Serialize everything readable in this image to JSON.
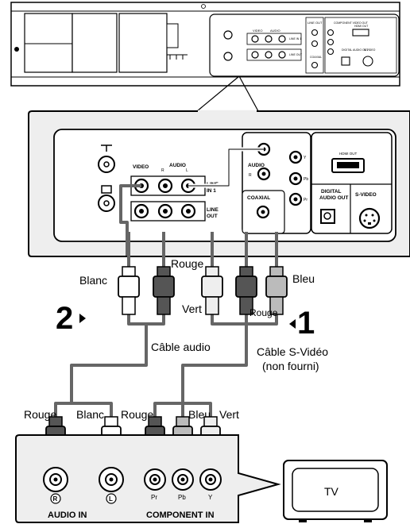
{
  "colors": {
    "outline": "#000000",
    "panel_fill": "#eeeeee",
    "cable": "#666666",
    "plug_dark": "#555555",
    "plug_light": "#dddddd",
    "plug_white": "#ffffff"
  },
  "player_back": {
    "video_label": "VIDEO",
    "audio_label": "AUDIO",
    "line_in_label": "LINE IN 1",
    "line_out_label": "LINE OUT",
    "line_out_top_label": "LINE OUT",
    "component_label": "COMPONENT VIDEO OUT",
    "coaxial_label": "COAXIAL",
    "digital_audio_label": "DIGITAL AUDIO OUT",
    "svideo_label": "S-VIDEO",
    "hdmi_label": "HDMI OUT"
  },
  "zoom_panel": {
    "video_label": "VIDEO",
    "audio_label": "AUDIO",
    "audio_r": "R",
    "audio_l": "L",
    "line_in_1": "LINE",
    "line_in_2": "IN 1",
    "line_out_1": "LINE",
    "line_out_2": "OUT",
    "audio_out_label": "AUDIO",
    "coaxial_label": "COAXIAL",
    "hdmi_label": "HDMI OUT",
    "digital_1": "DIGITAL",
    "digital_2": "AUDIO OUT",
    "svideo_label": "S-VIDEO",
    "comp_y": "Y",
    "comp_pb": "Pb",
    "comp_pr": "Pr",
    "port_l": "L",
    "port_r": "R"
  },
  "labels": {
    "blanc_top": "Blanc",
    "rouge_top": "Rouge",
    "bleu_top": "Bleu",
    "vert_top": "Vert",
    "rouge_mid": "Rouge",
    "step_two": "2",
    "step_one": "1",
    "cable_audio": "Câble audio",
    "cable_svideo_1": "Câble S-Vidéo",
    "cable_svideo_2": "(non fourni)",
    "rouge_bottom_left": "Rouge",
    "blanc_bottom": "Blanc",
    "rouge_bottom_mid": "Rouge",
    "bleu_bottom": "Bleu",
    "vert_bottom": "Vert"
  },
  "tv": {
    "audio_in_label": "AUDIO IN",
    "component_in_label": "COMPONENT IN",
    "jack_r": "R",
    "jack_l": "L",
    "jack_pr": "Pr",
    "jack_pb": "Pb",
    "jack_y": "Y",
    "screen_label": "TV"
  }
}
